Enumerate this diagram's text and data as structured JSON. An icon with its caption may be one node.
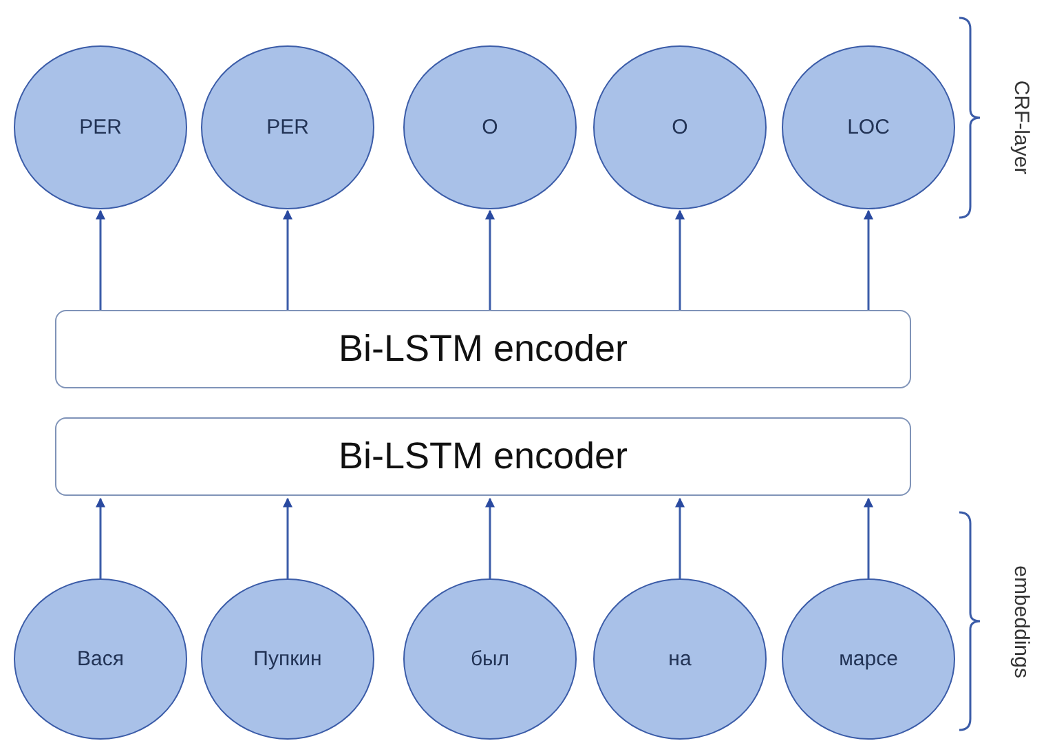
{
  "diagram": {
    "nodes": [
      {
        "text": [
          "PER"
        ]
      },
      {
        "text": [
          "PER"
        ]
      },
      {
        "text": [
          "O"
        ]
      },
      {
        "text": [
          "O"
        ]
      },
      {
        "text": [
          "LOC"
        ]
      },
      {
        "text": [
          "Bi-LSTM encoder"
        ]
      },
      {
        "text": [
          "Bi-LSTM encoder"
        ]
      },
      {
        "text": [
          "Вася"
        ]
      },
      {
        "text": [
          "Пупкин"
        ]
      },
      {
        "text": [
          "был"
        ]
      },
      {
        "text": [
          "на"
        ]
      },
      {
        "text": [
          "марсе"
        ]
      }
    ],
    "edges": [
      {
        "from": 5,
        "to": 0,
        "arrow": "to"
      },
      {
        "from": 5,
        "to": 1,
        "arrow": "to"
      },
      {
        "from": 5,
        "to": 2,
        "arrow": "to"
      },
      {
        "from": 5,
        "to": 3,
        "arrow": "to"
      },
      {
        "from": 5,
        "to": 4,
        "arrow": "to"
      },
      {
        "from": 7,
        "to": 6,
        "arrow": "to"
      },
      {
        "from": 8,
        "to": 6,
        "arrow": "to"
      },
      {
        "from": 9,
        "to": 6,
        "arrow": "to"
      },
      {
        "from": 10,
        "to": 6,
        "arrow": "to"
      },
      {
        "from": 11,
        "to": 6,
        "arrow": "to"
      }
    ],
    "labels": [
      "CRF-layer",
      "embeddings"
    ]
  }
}
